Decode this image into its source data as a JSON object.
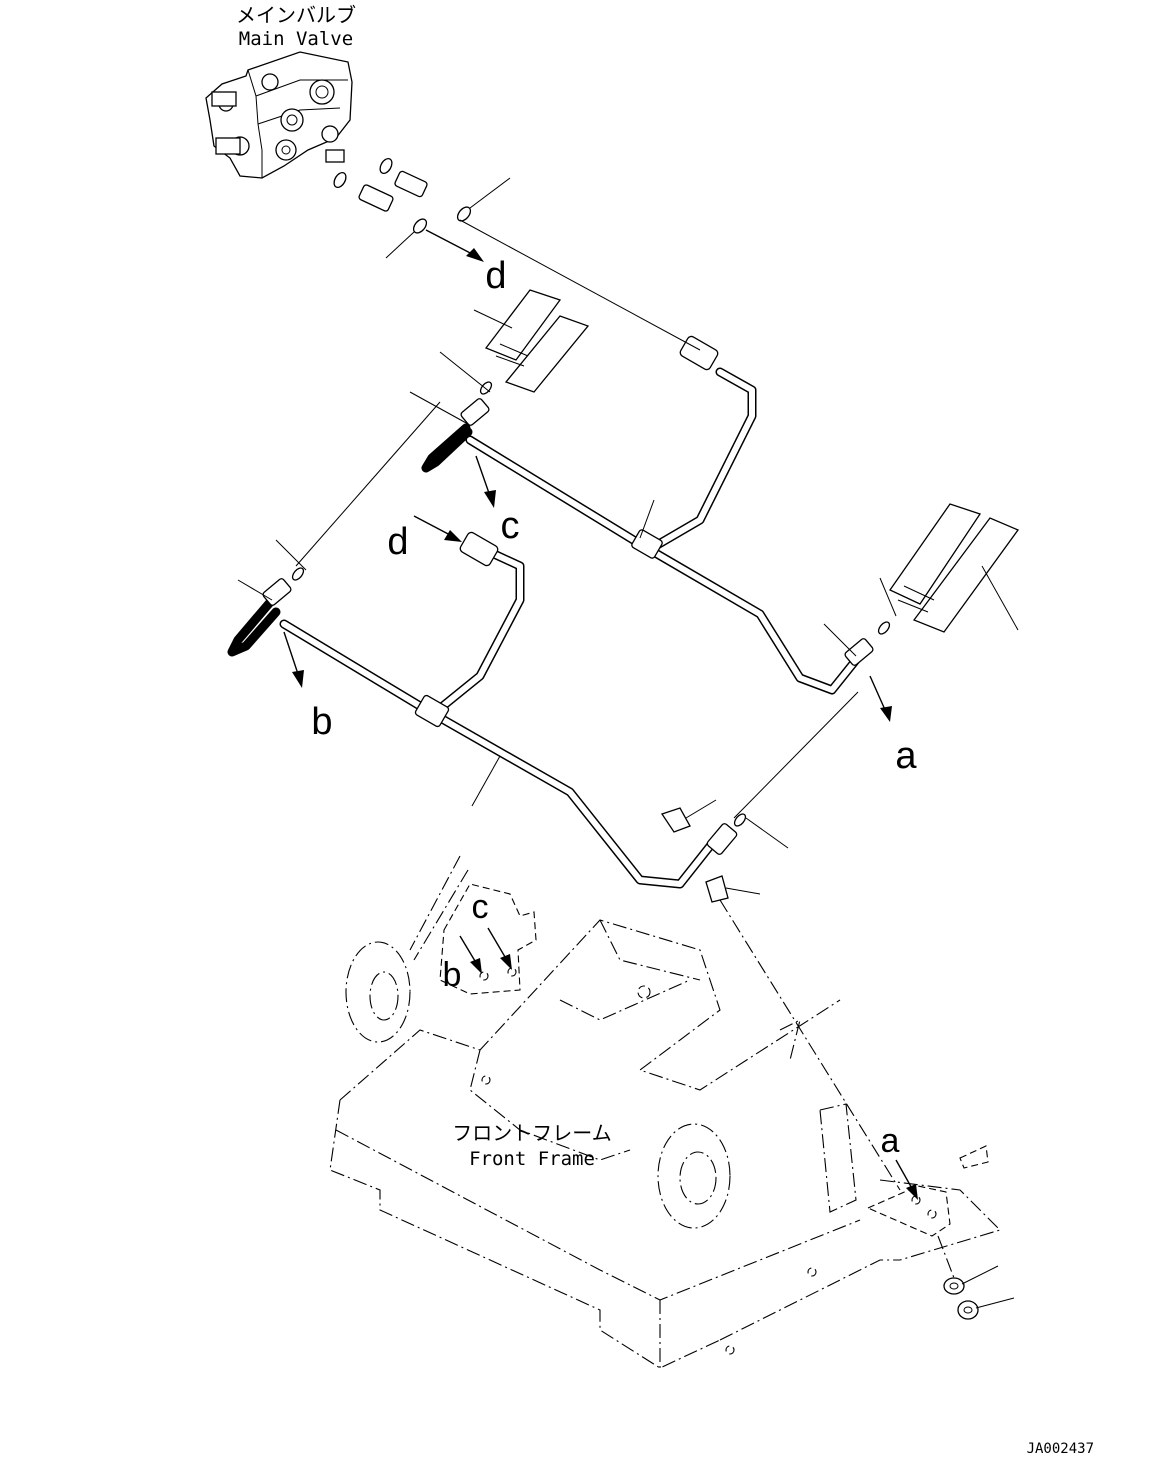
{
  "labels": {
    "main_valve_jp": "メインバルブ",
    "main_valve_en": "Main Valve",
    "front_frame_jp": "フロントフレーム",
    "front_frame_en": "Front Frame",
    "drawing_id": "JA002437"
  },
  "refs": {
    "d_top": "d",
    "c_mid": "c",
    "d_mid": "d",
    "b_left": "b",
    "a_right": "a",
    "c_frame": "c",
    "b_frame": "b",
    "a_frame": "a"
  }
}
